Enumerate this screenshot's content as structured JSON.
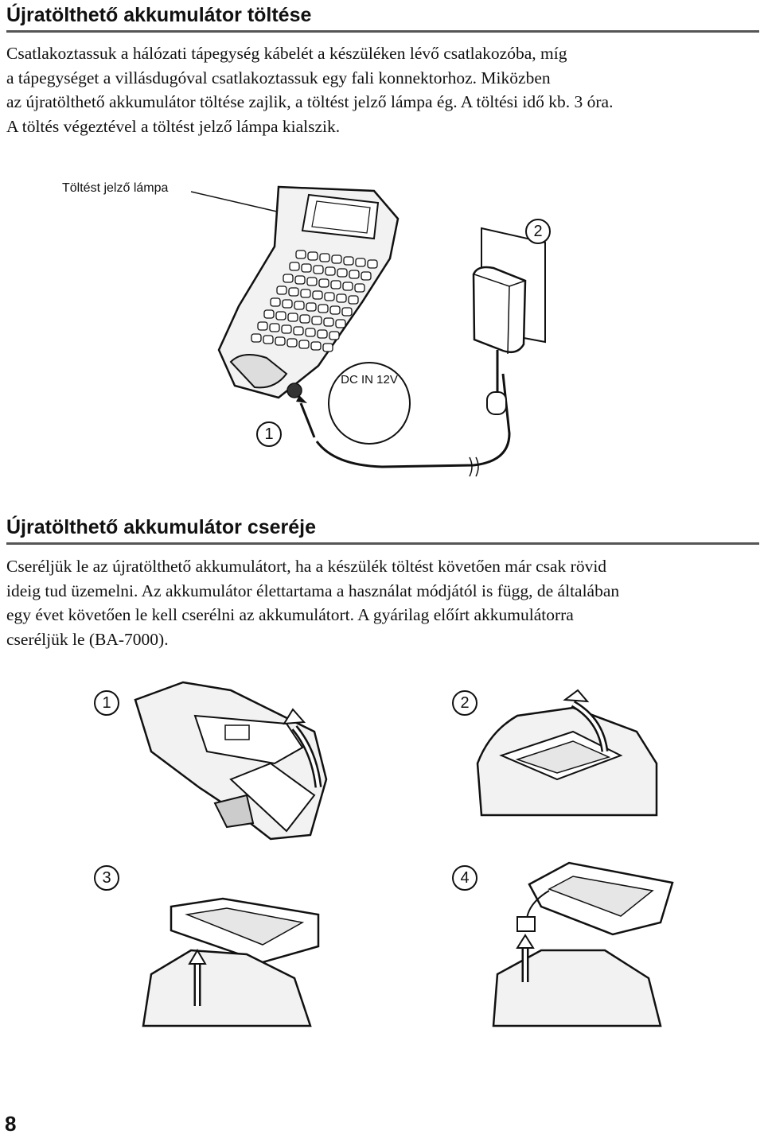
{
  "section1": {
    "heading": "Újratölthető akkumulátor töltése",
    "lines": [
      "Csatlakoztassuk a hálózati tápegység kábelét a készüléken lévő csatlakozóba, míg",
      "a tápegységet a villásdugóval csatlakoztassuk egy fali konnektorhoz. Miközben",
      "az újratölthető akkumulátor töltése zajlik, a töltést jelző lámpa ég. A töltési idő kb. 3 óra.",
      "A töltés végeztével a töltést jelző lámpa kialszik."
    ],
    "figure": {
      "callout_label": "Töltést jelző lámpa",
      "step1": "1",
      "step2": "2",
      "dc_in_label": "DC IN 12V"
    }
  },
  "section2": {
    "heading": "Újratölthető akkumulátor cseréje",
    "lines": [
      "Cseréljük le az újratölthető akkumulátort, ha a készülék töltést követően már csak rövid",
      "ideig tud üzemelni. Az akkumulátor élettartama a használat módjától is függ, de általában",
      "egy évet követően le kell cserélni az akkumulátort. A gyárilag előírt akkumulátorra",
      "cseréljük le (BA-7000)."
    ],
    "steps": [
      "1",
      "2",
      "3",
      "4"
    ]
  },
  "page_number": "8"
}
